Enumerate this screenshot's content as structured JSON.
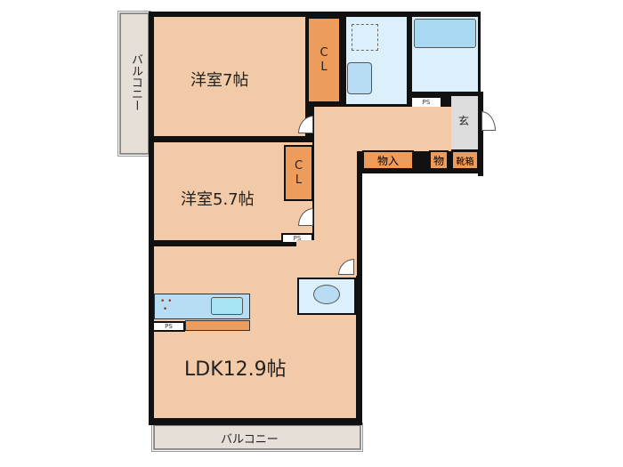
{
  "rooms": {
    "bedroom1": "洋室7帖",
    "bedroom2": "洋室5.7帖",
    "ldk": "LDK12.9帖",
    "closet1": [
      "C",
      "L"
    ],
    "closet2": [
      "C",
      "L"
    ],
    "storage": "物入",
    "storage_small": "物",
    "shoe_box": "靴箱",
    "entrance": "玄",
    "balcony_side": "バルコニー",
    "balcony_bottom": "バルコニー",
    "ps_labels": [
      "PS",
      "PS",
      "PS"
    ]
  },
  "colors": {
    "floor": "#f3caa7",
    "closet": "#ee9c5c",
    "wet_area": "#dcf0fb",
    "balcony": "#e6dfd8",
    "wall": "#111111"
  }
}
